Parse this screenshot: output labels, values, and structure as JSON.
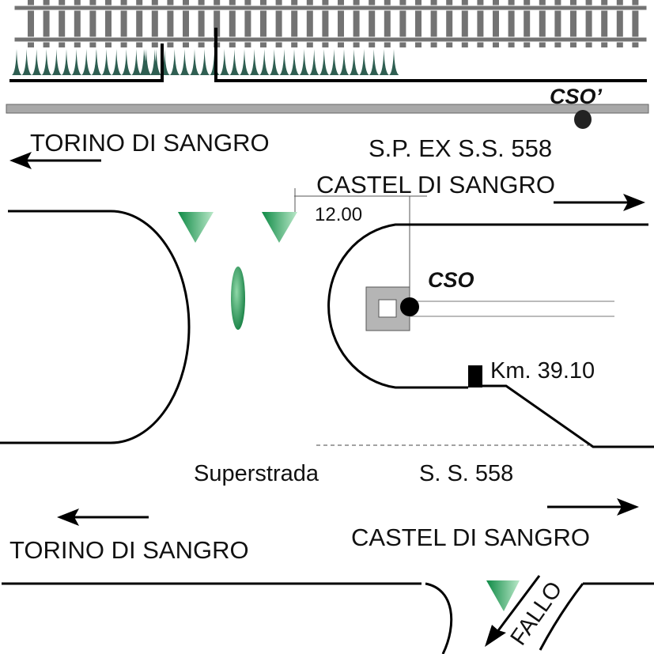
{
  "labels": {
    "cso_prime": "CSO’",
    "cso": "CSO",
    "top_left_direction": "TORINO DI SANGRO",
    "top_road_name": "S.P. EX S.S. 558",
    "top_right_direction": "CASTEL DI SANGRO",
    "dimension": "12.00",
    "km_marker": "Km. 39.10",
    "superstrada": "Superstrada",
    "ss_name": "S. S. 558",
    "bottom_right_direction": "CASTEL DI SANGRO",
    "bottom_left_direction": "TORINO DI SANGRO",
    "fallo": "FALLO"
  },
  "colors": {
    "rail": "#737373",
    "grass": "#2f5f52",
    "road_bar": "#a8a8a8",
    "marker_green": "#1a9a55",
    "ink": "#000000"
  }
}
